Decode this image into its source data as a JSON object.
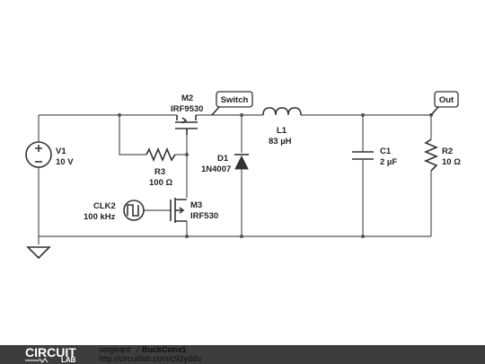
{
  "components": {
    "m2": {
      "name": "M2",
      "part": "IRF9530"
    },
    "d1": {
      "name": "D1",
      "part": "1N4007"
    },
    "l1": {
      "name": "L1",
      "value": "83 µH"
    },
    "c1": {
      "name": "C1",
      "value": "2 µF"
    },
    "r2": {
      "name": "R2",
      "value": "10 Ω"
    },
    "r3": {
      "name": "R3",
      "value": "100 Ω"
    },
    "v1": {
      "name": "V1",
      "value": "10 V"
    },
    "clk2": {
      "name": "CLK2",
      "value": "100 kHz"
    },
    "m3": {
      "name": "M3",
      "part": "IRF530"
    }
  },
  "net_labels": {
    "switch": "Switch",
    "out": "Out"
  },
  "footer": {
    "logo_top": "CIRCUIT",
    "logo_bottom": "LAB",
    "author": "sergeant",
    "separator": "/",
    "title": "BuckConv1",
    "url": "http://circuitlab.com/c92yddu"
  },
  "colors": {
    "footer_bg": "#3d3d3d",
    "wire": "#555555"
  }
}
